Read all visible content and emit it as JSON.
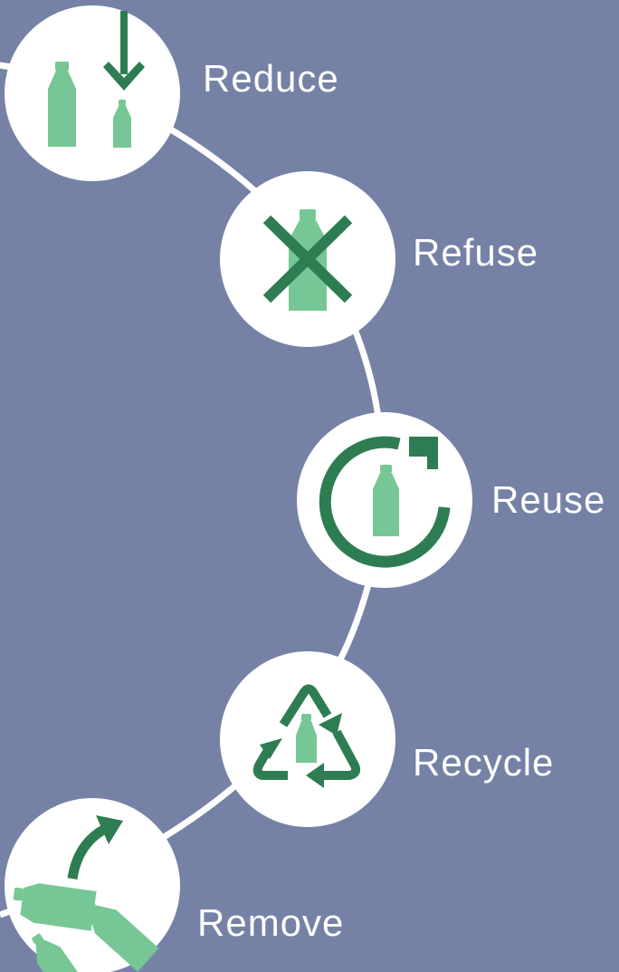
{
  "steps": [
    {
      "label": "Reduce",
      "icon": "reduce-bottles-arrow-icon"
    },
    {
      "label": "Refuse",
      "icon": "refuse-bottle-cross-icon"
    },
    {
      "label": "Reuse",
      "icon": "reuse-bottle-cycle-icon"
    },
    {
      "label": "Recycle",
      "icon": "recycle-bottle-icon"
    },
    {
      "label": "Remove",
      "icon": "remove-bottles-arrow-icon"
    }
  ],
  "colors": {
    "background": "#7582A6",
    "circle": "#FFFFFF",
    "icon_dark": "#2E7D52",
    "icon_light": "#76C795",
    "text": "#FFFFFF"
  }
}
